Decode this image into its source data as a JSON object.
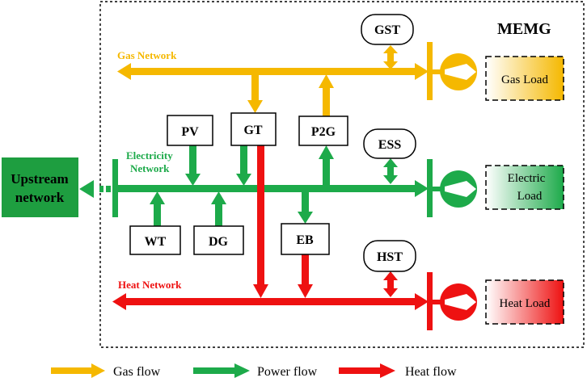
{
  "title": "MEMG",
  "networks": {
    "gas": "Gas Network",
    "electricity_line1": "Electricity",
    "electricity_line2": "Network",
    "heat": "Heat Network"
  },
  "components": {
    "pv": "PV",
    "gt": "GT",
    "p2g": "P2G",
    "wt": "WT",
    "dg": "DG",
    "eb": "EB"
  },
  "storage": {
    "gst": "GST",
    "ess": "ESS",
    "hst": "HST"
  },
  "loads": {
    "gas": "Gas Load",
    "electric_line1": "Electric",
    "electric_line2": "Load",
    "heat": "Heat Load"
  },
  "upstream": {
    "line1": "Upstream",
    "line2": "network"
  },
  "legend": {
    "gas": "Gas flow",
    "power": "Power flow",
    "heat": "Heat flow"
  },
  "colors": {
    "gas": "#F5B800",
    "power": "#1DAA4A",
    "heat": "#EE1111",
    "upstream_fill": "#1E9E40"
  }
}
